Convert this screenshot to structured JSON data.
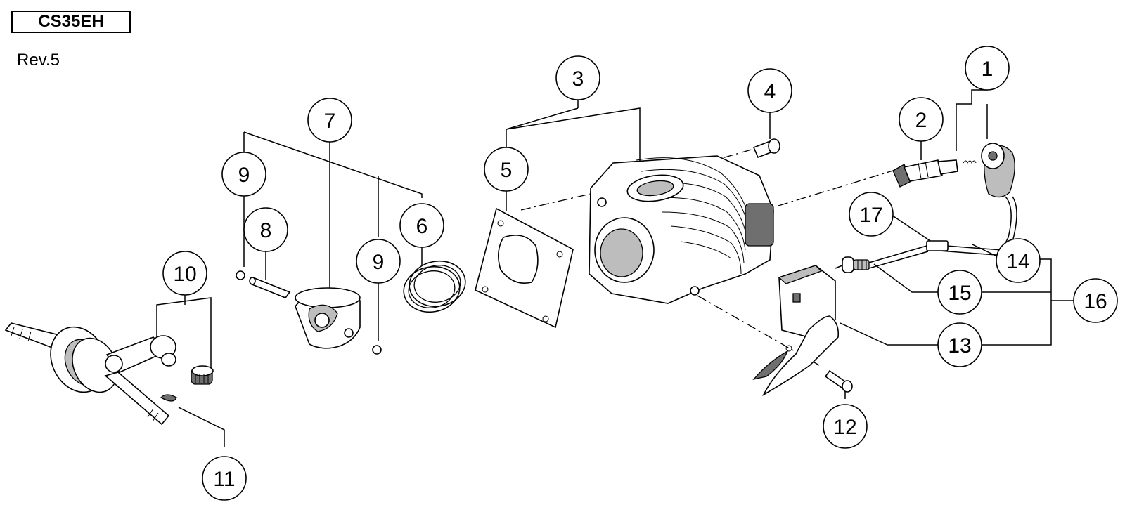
{
  "header": {
    "model": "CS35EH",
    "revision": "Rev.5"
  },
  "callouts": [
    {
      "id": "c1",
      "label": "1"
    },
    {
      "id": "c2",
      "label": "2"
    },
    {
      "id": "c3",
      "label": "3"
    },
    {
      "id": "c4",
      "label": "4"
    },
    {
      "id": "c5",
      "label": "5"
    },
    {
      "id": "c6",
      "label": "6"
    },
    {
      "id": "c7",
      "label": "7"
    },
    {
      "id": "c8",
      "label": "8"
    },
    {
      "id": "c9a",
      "label": "9"
    },
    {
      "id": "c9b",
      "label": "9"
    },
    {
      "id": "c10",
      "label": "10"
    },
    {
      "id": "c11",
      "label": "11"
    },
    {
      "id": "c12",
      "label": "12"
    },
    {
      "id": "c13",
      "label": "13"
    },
    {
      "id": "c14",
      "label": "14"
    },
    {
      "id": "c15",
      "label": "15"
    },
    {
      "id": "c16",
      "label": "16"
    },
    {
      "id": "c17",
      "label": "17"
    }
  ]
}
